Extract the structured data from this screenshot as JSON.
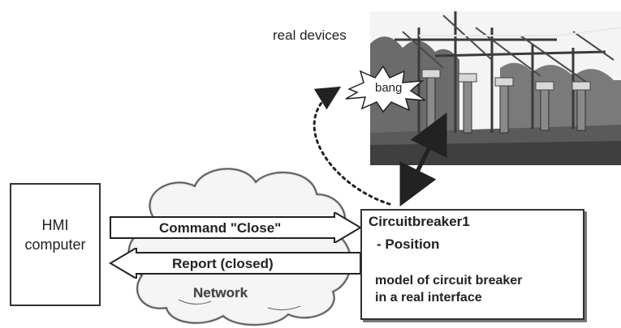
{
  "labels": {
    "real_devices": "real devices",
    "bang": "bang",
    "hmi_line1": "HMI",
    "hmi_line2": "computer",
    "command": "Command \"Close\"",
    "report": "Report (closed)",
    "network": "Network",
    "cb_name": "Circuitbreaker1",
    "cb_position": "- Position",
    "cb_desc_line1": "model of circuit breaker",
    "cb_desc_line2": "in a real interface"
  }
}
